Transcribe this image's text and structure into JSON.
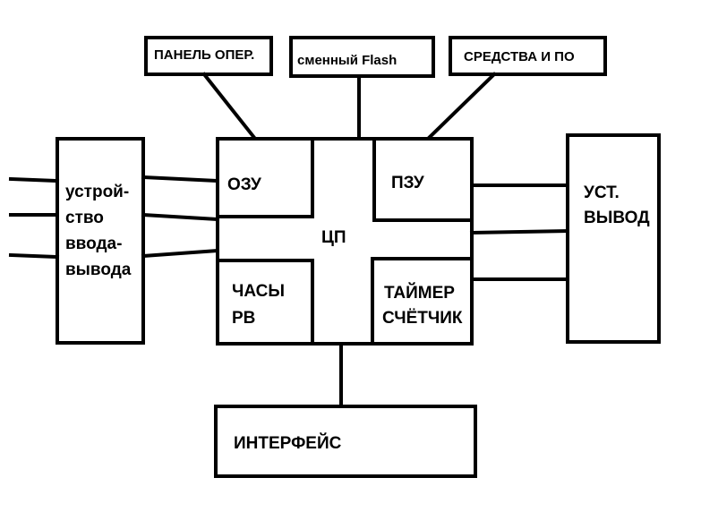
{
  "blocks": {
    "panel": "ПАНЕЛЬ ОПЕР.",
    "flash": "сменный Flash",
    "tools": "СРЕДСТВА И ПО",
    "io_device": [
      "устрой-",
      "ство",
      "ввода-",
      "вывода"
    ],
    "ram": "ОЗУ",
    "rom": "ПЗУ",
    "cpu": "ЦП",
    "rtc": [
      "ЧАСЫ",
      "РВ"
    ],
    "timer": [
      "ТАЙМЕР",
      "СЧЁТЧИК"
    ],
    "output_device": [
      "УСТ.",
      "ВЫВОД"
    ],
    "interface": "ИНТЕРФЕЙС"
  }
}
